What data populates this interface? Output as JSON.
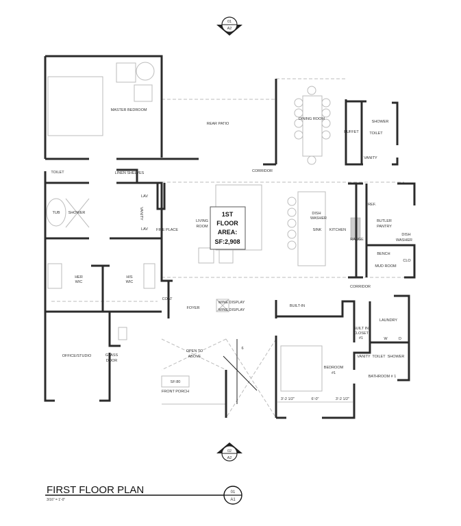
{
  "markers": {
    "top": {
      "number": "01",
      "sheet": "A2"
    },
    "bottom": {
      "number": "02",
      "sheet": "A2"
    },
    "title": {
      "number": "01",
      "sheet": "A1"
    }
  },
  "title_block": {
    "title": "FIRST FLOOR PLAN",
    "scale": "3/16\" = 1'-0\""
  },
  "area_box": {
    "line1": "1ST",
    "line2": "FLOOR",
    "line3": "AREA:",
    "line4": "SF:2,908"
  },
  "rooms": {
    "master_bedroom": "MASTER BEDROOM",
    "rear_patio": "REAR PATIO",
    "dining_room": "DINING ROOM",
    "buffet": "BUFFET",
    "shower_top": "SHOWER",
    "toilet_top": "TOILET",
    "vanity_top": "VANITY",
    "toilet_master": "TOILET",
    "linen_shelves": "LINEN SHELVES",
    "corridor_top": "CORRIDOR",
    "tub": "TUB",
    "shower_master": "SHOWER",
    "lav1": "LAV",
    "vanity_master": "VANITY",
    "lav2": "LAV",
    "fire_place": "FIRE PLACE",
    "living": "LIVING",
    "room": "ROOM",
    "dish": "DISH",
    "washer": "WASHER",
    "sink": "SINK",
    "kitchen": "KITCHEN",
    "range": "RANGE",
    "ref": "REF.",
    "butler": "BUTLER",
    "pantry": "PANTRY",
    "dish2": "DISH",
    "washer2": "WASHER",
    "bench": "BENCH",
    "clo": "CLO",
    "mud_room": "MUD ROOM",
    "her": "HER",
    "his": "HIS",
    "wic1": "WIC",
    "wic2": "WIC",
    "coat": "COAT",
    "foyer": "FOYER",
    "wine1": "WINE DISPLAY",
    "wine2": "WINE DISPLAY",
    "built_in": "BUILT-IN",
    "corridor_mid": "CORRIDOR",
    "laundry": "LAUNDRY",
    "built_in_closet1": "BUILT IN",
    "built_in_closet2": "CLOSET",
    "built_in_closet3": "#1",
    "w": "W",
    "d": "D",
    "office": "OFFICE/STUDIO",
    "glass": "GLASS",
    "door": "DOOR",
    "open_to": "OPEN TO",
    "above": "ABOVE",
    "stair_arrow": "6",
    "porch_area": "SF:80",
    "front_porch": "FRONT PORCH",
    "bedroom": "BEDROOM",
    "bedroom_num": "#1",
    "vanity_bath": "VANITY",
    "toilet_bath": "TOILET",
    "shower_bath": "SHOWER",
    "bathroom": "BATHROOM # 1"
  },
  "dimensions": [
    "3'-2 1/2\"",
    "6'-0\"",
    "3'-2 1/2\""
  ]
}
